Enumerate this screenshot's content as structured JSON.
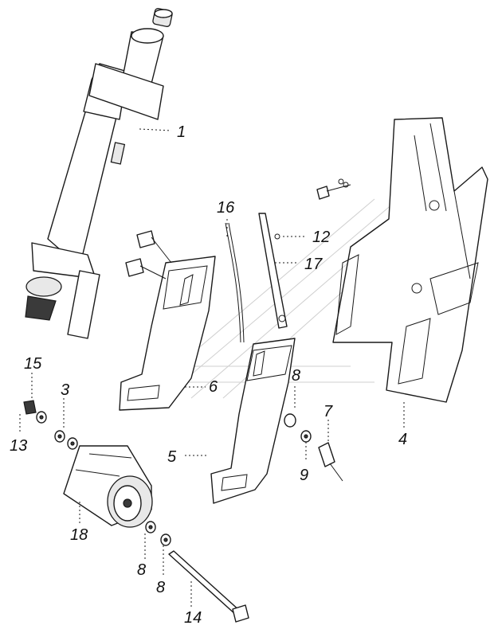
{
  "callouts": {
    "n1": "1",
    "n2": "12",
    "n3": "16",
    "n4": "17",
    "n5": "6",
    "n6": "8",
    "n7": "7",
    "n8": "5",
    "n9": "9",
    "n10": "4",
    "n11": "15",
    "n12": "3",
    "n13": "13",
    "n14": "18",
    "n15": "8",
    "n16": "8",
    "n17": "14"
  },
  "colors": {
    "line": "#1a1a1a",
    "background": "#ffffff",
    "watermark": "#cfcfcf"
  }
}
